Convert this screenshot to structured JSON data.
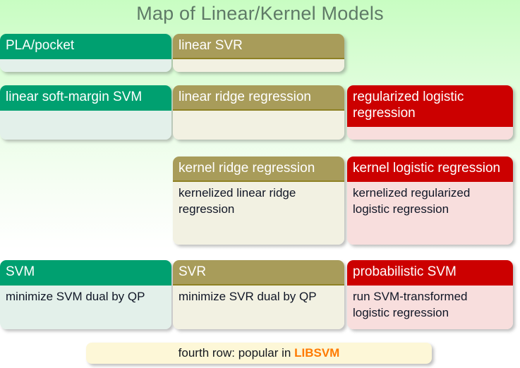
{
  "slide": {
    "title": "Map of Linear/Kernel Models",
    "clipped_top_text": "",
    "background_top_color": "#c8fdc2",
    "background_bottom_color": "#ffffff",
    "title_color": "#5f7a67"
  },
  "palette": {
    "green_header": "#00a070",
    "green_body": "#e3f0ea",
    "olive_header": "#a89c5a",
    "olive_rule": "#8e8124",
    "olive_body": "#f2f1e2",
    "red_header": "#cc0000",
    "red_body": "#f8dedd",
    "banner_bg": "#fdf7d7",
    "highlight": "#ff7a00"
  },
  "rows": [
    {
      "name": "row-1",
      "cells": [
        {
          "color": "green",
          "title": "PLA/pocket",
          "body": ""
        },
        {
          "color": "olive",
          "title": "linear SVR",
          "body": ""
        },
        {
          "color": "none",
          "title": "",
          "body": ""
        }
      ]
    },
    {
      "name": "row-2",
      "cells": [
        {
          "color": "green",
          "title": "linear soft-margin SVM",
          "body": ""
        },
        {
          "color": "olive",
          "title": "linear ridge regression",
          "body": ""
        },
        {
          "color": "red",
          "title": "regularized logistic regression",
          "body": ""
        }
      ]
    },
    {
      "name": "row-3",
      "cells": [
        {
          "color": "none",
          "title": "",
          "body": ""
        },
        {
          "color": "olive",
          "title": "kernel ridge regression",
          "body": "kernelized linear ridge regression"
        },
        {
          "color": "red",
          "title": "kernel logistic regression",
          "body": "kernelized regularized logistic regression"
        }
      ]
    },
    {
      "name": "row-4",
      "cells": [
        {
          "color": "green",
          "title": "SVM",
          "body": "minimize SVM dual by QP"
        },
        {
          "color": "olive",
          "title": "SVR",
          "body": "minimize SVR dual by QP"
        },
        {
          "color": "red",
          "title": "probabilistic SVM",
          "body": "run SVM-transformed logistic regression"
        }
      ]
    }
  ],
  "banner": {
    "text_before": "fourth row: popular in ",
    "highlight": "LIBSVM"
  }
}
